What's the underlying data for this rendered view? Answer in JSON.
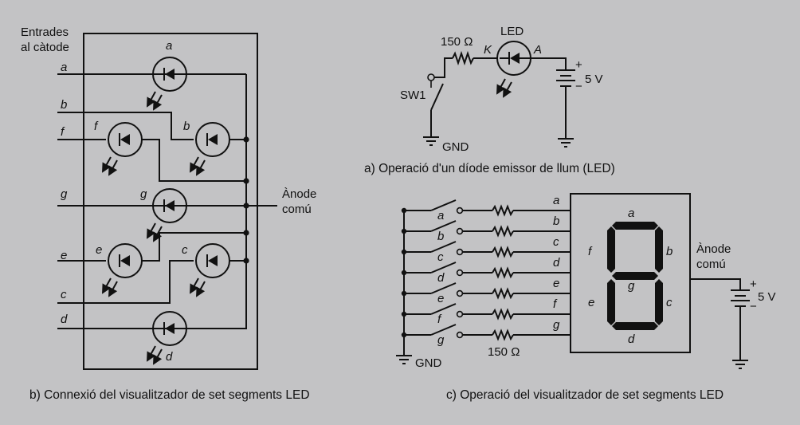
{
  "diagram_b": {
    "inputs_label_1": "Entrades",
    "inputs_label_2": "al càtode",
    "inputs": [
      "a",
      "b",
      "f",
      "g",
      "e",
      "c",
      "d"
    ],
    "led_labels": [
      "a",
      "f",
      "b",
      "g",
      "e",
      "c",
      "d"
    ],
    "anode_label_1": "Ànode",
    "anode_label_2": "comú",
    "caption": "b) Connexió del visualitzador de set segments LED"
  },
  "diagram_a": {
    "resistor_label": "150 Ω",
    "led_label": "LED",
    "cathode_label": "K",
    "anode_pin_label": "A",
    "switch_label": "SW1",
    "gnd_label": "GND",
    "plus_sign": "+",
    "minus_sign": "−",
    "voltage_label": "5 V",
    "caption": "a) Operació d'un díode emissor de llum (LED)"
  },
  "diagram_c": {
    "switch_labels": [
      "a",
      "b",
      "c",
      "d",
      "e",
      "f",
      "g"
    ],
    "line_labels": [
      "a",
      "b",
      "c",
      "d",
      "e",
      "f",
      "g"
    ],
    "resistor_label": "150 Ω",
    "gnd_label": "GND",
    "segment_labels": {
      "a": "a",
      "b": "b",
      "c": "c",
      "d": "d",
      "e": "e",
      "f": "f",
      "g": "g"
    },
    "anode_label_1": "Ànode",
    "anode_label_2": "comú",
    "plus_sign": "+",
    "minus_sign": "−",
    "voltage_label": "5 V",
    "caption": "c) Operació del visualitzador de set segments LED"
  }
}
